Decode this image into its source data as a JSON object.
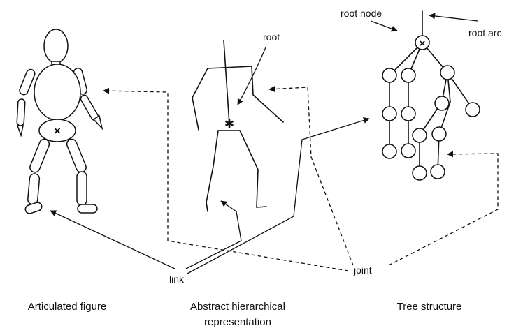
{
  "labels": {
    "root": "root",
    "root_node": "root node",
    "root_arc": "root arc",
    "link": "link",
    "joint": "joint"
  },
  "captions": {
    "articulated": "Articulated figure",
    "abstract_line1": "Abstract hierarchical",
    "abstract_line2": "representation",
    "tree": "Tree structure"
  }
}
